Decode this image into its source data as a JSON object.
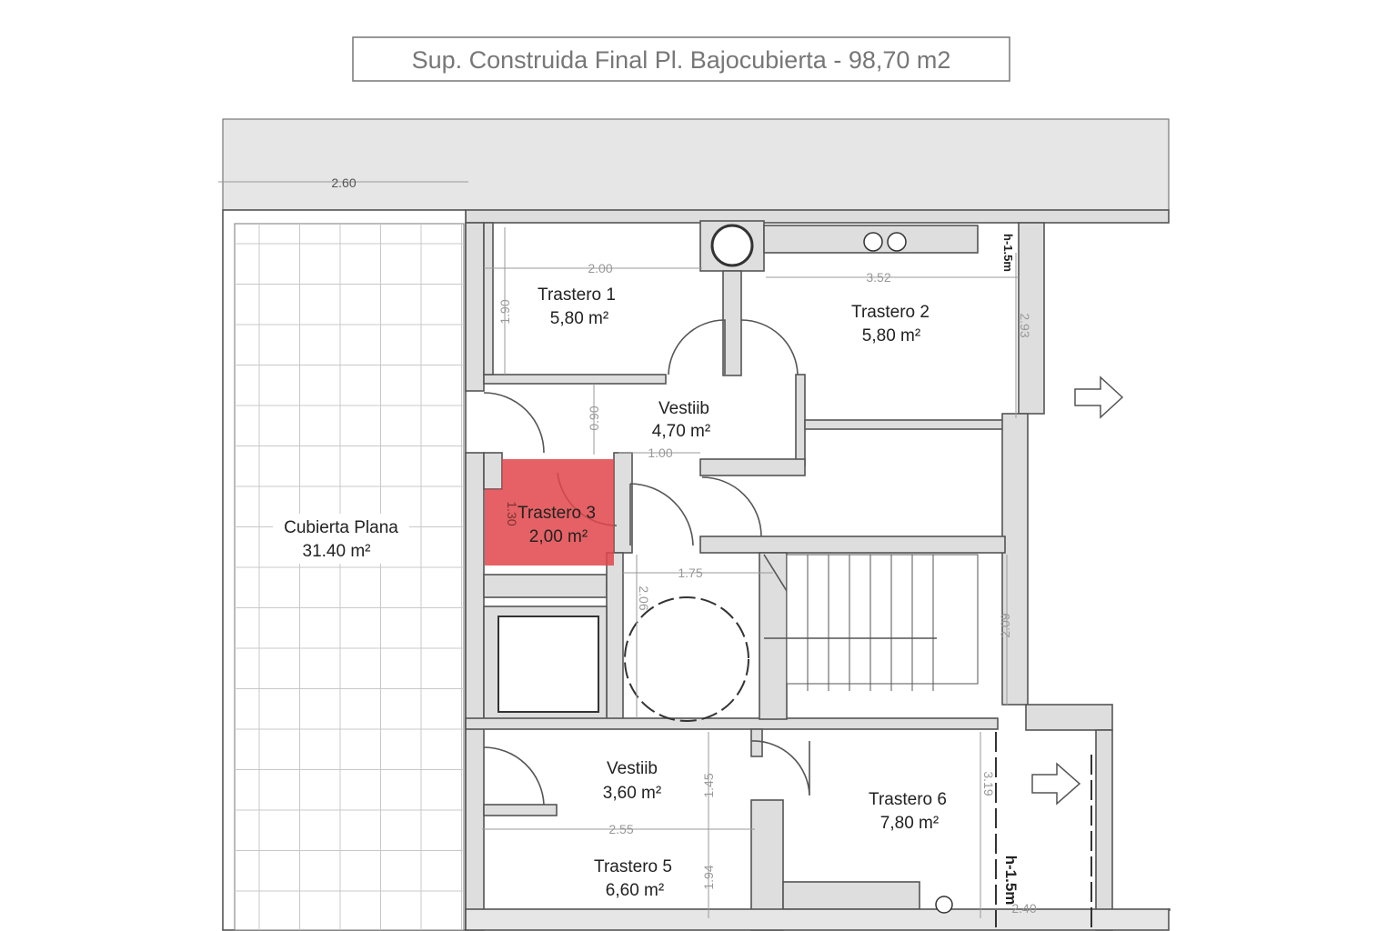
{
  "title": "Sup. Construida Final Pl. Bajocubierta  - 98,70 m2",
  "highlight_color": "#e0454a",
  "rooms": {
    "trastero1": {
      "name": "Trastero 1",
      "area": "5,80 m²"
    },
    "trastero2": {
      "name": "Trastero 2",
      "area": "5,80 m²"
    },
    "vestiib1": {
      "name": "Vestiib",
      "area": "4,70 m²"
    },
    "trastero3": {
      "name": "Trastero 3",
      "area": "2,00 m²"
    },
    "cubierta": {
      "name": "Cubierta Plana",
      "area": "31.40 m²"
    },
    "vestiib2": {
      "name": "Vestiib",
      "area": "3,60 m²"
    },
    "trastero6": {
      "name": "Trastero 6",
      "area": "7,80 m²"
    },
    "trastero5": {
      "name": "Trastero 5",
      "area": "6,60 m²"
    }
  },
  "dimensions": {
    "d260": "2.60",
    "d200": "2.00",
    "d190": "1.90",
    "d352": "3.52",
    "d293": "2.93",
    "d090": "0.90",
    "d100": "1.00",
    "d130": "1.30",
    "d175": "1.75",
    "d206": "2.06",
    "d209": "2.09",
    "d145": "1.45",
    "d255": "2.55",
    "d194": "1.94",
    "d319": "3.19",
    "d240": "2.40"
  },
  "height_notes": {
    "top": "h-1.5m",
    "bottom": "h-1.5m"
  }
}
